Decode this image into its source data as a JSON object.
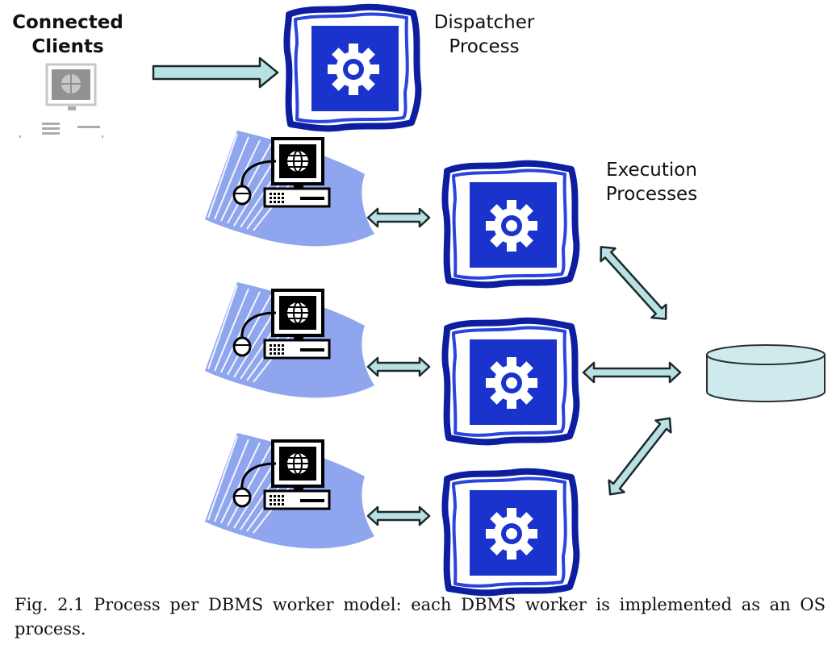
{
  "labels": {
    "connected_clients": "Connected\nClients",
    "dispatcher_process": "Dispatcher\nProcess",
    "execution_processes": "Execution\nProcesses"
  },
  "caption": "Fig. 2.1 Process per DBMS worker model: each DBMS worker is implemented as an OS process.",
  "colors": {
    "process_blue": "#1a33cc",
    "process_outline": "#0d1fa0",
    "arrow_fill": "#b9e0e2",
    "arrow_stroke": "#1a2a2a",
    "disk_fill": "#cfeaec",
    "client_wave": "#8fa6ee",
    "ink": "#111111"
  },
  "icons": {
    "process": "gear-icon",
    "client": "computer-icon",
    "database": "disk-cylinder-icon"
  }
}
